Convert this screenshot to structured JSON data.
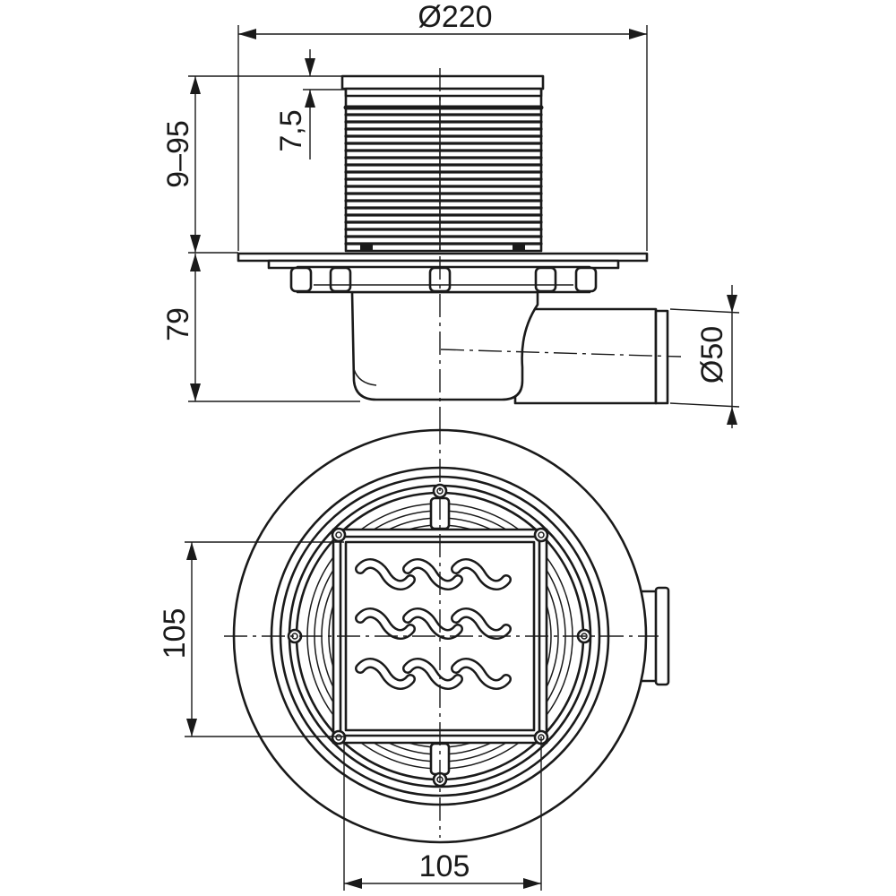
{
  "dimensions": {
    "flange_diameter": "Ø220",
    "height_range": "9–95",
    "grate_thickness": "7,5",
    "body_height": "79",
    "outlet_diameter": "Ø50",
    "grate_height": "105",
    "grate_width": "105"
  },
  "colors": {
    "line": "#1a1a1a",
    "background": "#ffffff"
  }
}
